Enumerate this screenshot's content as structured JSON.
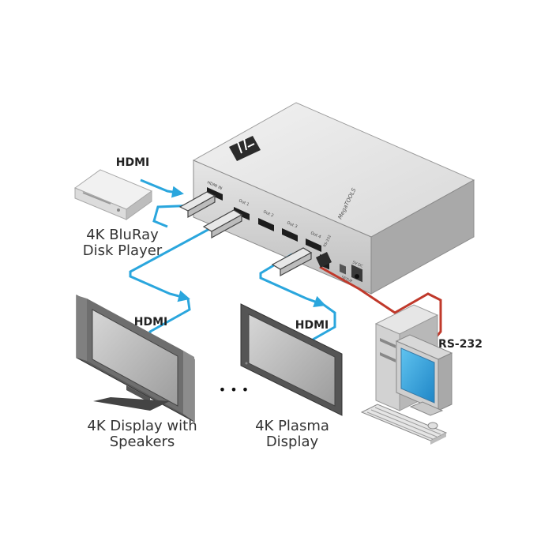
{
  "cables": {
    "hdmi_source": "HDMI",
    "hdmi_display1": "HDMI",
    "hdmi_display2": "HDMI",
    "rs232": "RS-232"
  },
  "devices": {
    "source_line1": "4K BluRay",
    "source_line2": "Disk Player",
    "display1_line1": "4K Display with",
    "display1_line2": "Speakers",
    "display2_line1": "4K Plasma",
    "display2_line2": "Display"
  },
  "ellipsis": "• • •",
  "splitter": {
    "brand_text": "MegaTOOLS",
    "hdmi_in": "HDMI IN",
    "out1": "Out 1",
    "out2": "Out 2",
    "out3": "Out 3",
    "out4": "Out 4",
    "rs232_port": "RS-232",
    "setup": "SETUP",
    "power": "5V DC"
  },
  "colors": {
    "hdmi_cable": "#2aa6dd",
    "rs232_cable": "#c0392b",
    "device_body": "#d9d9d9"
  }
}
